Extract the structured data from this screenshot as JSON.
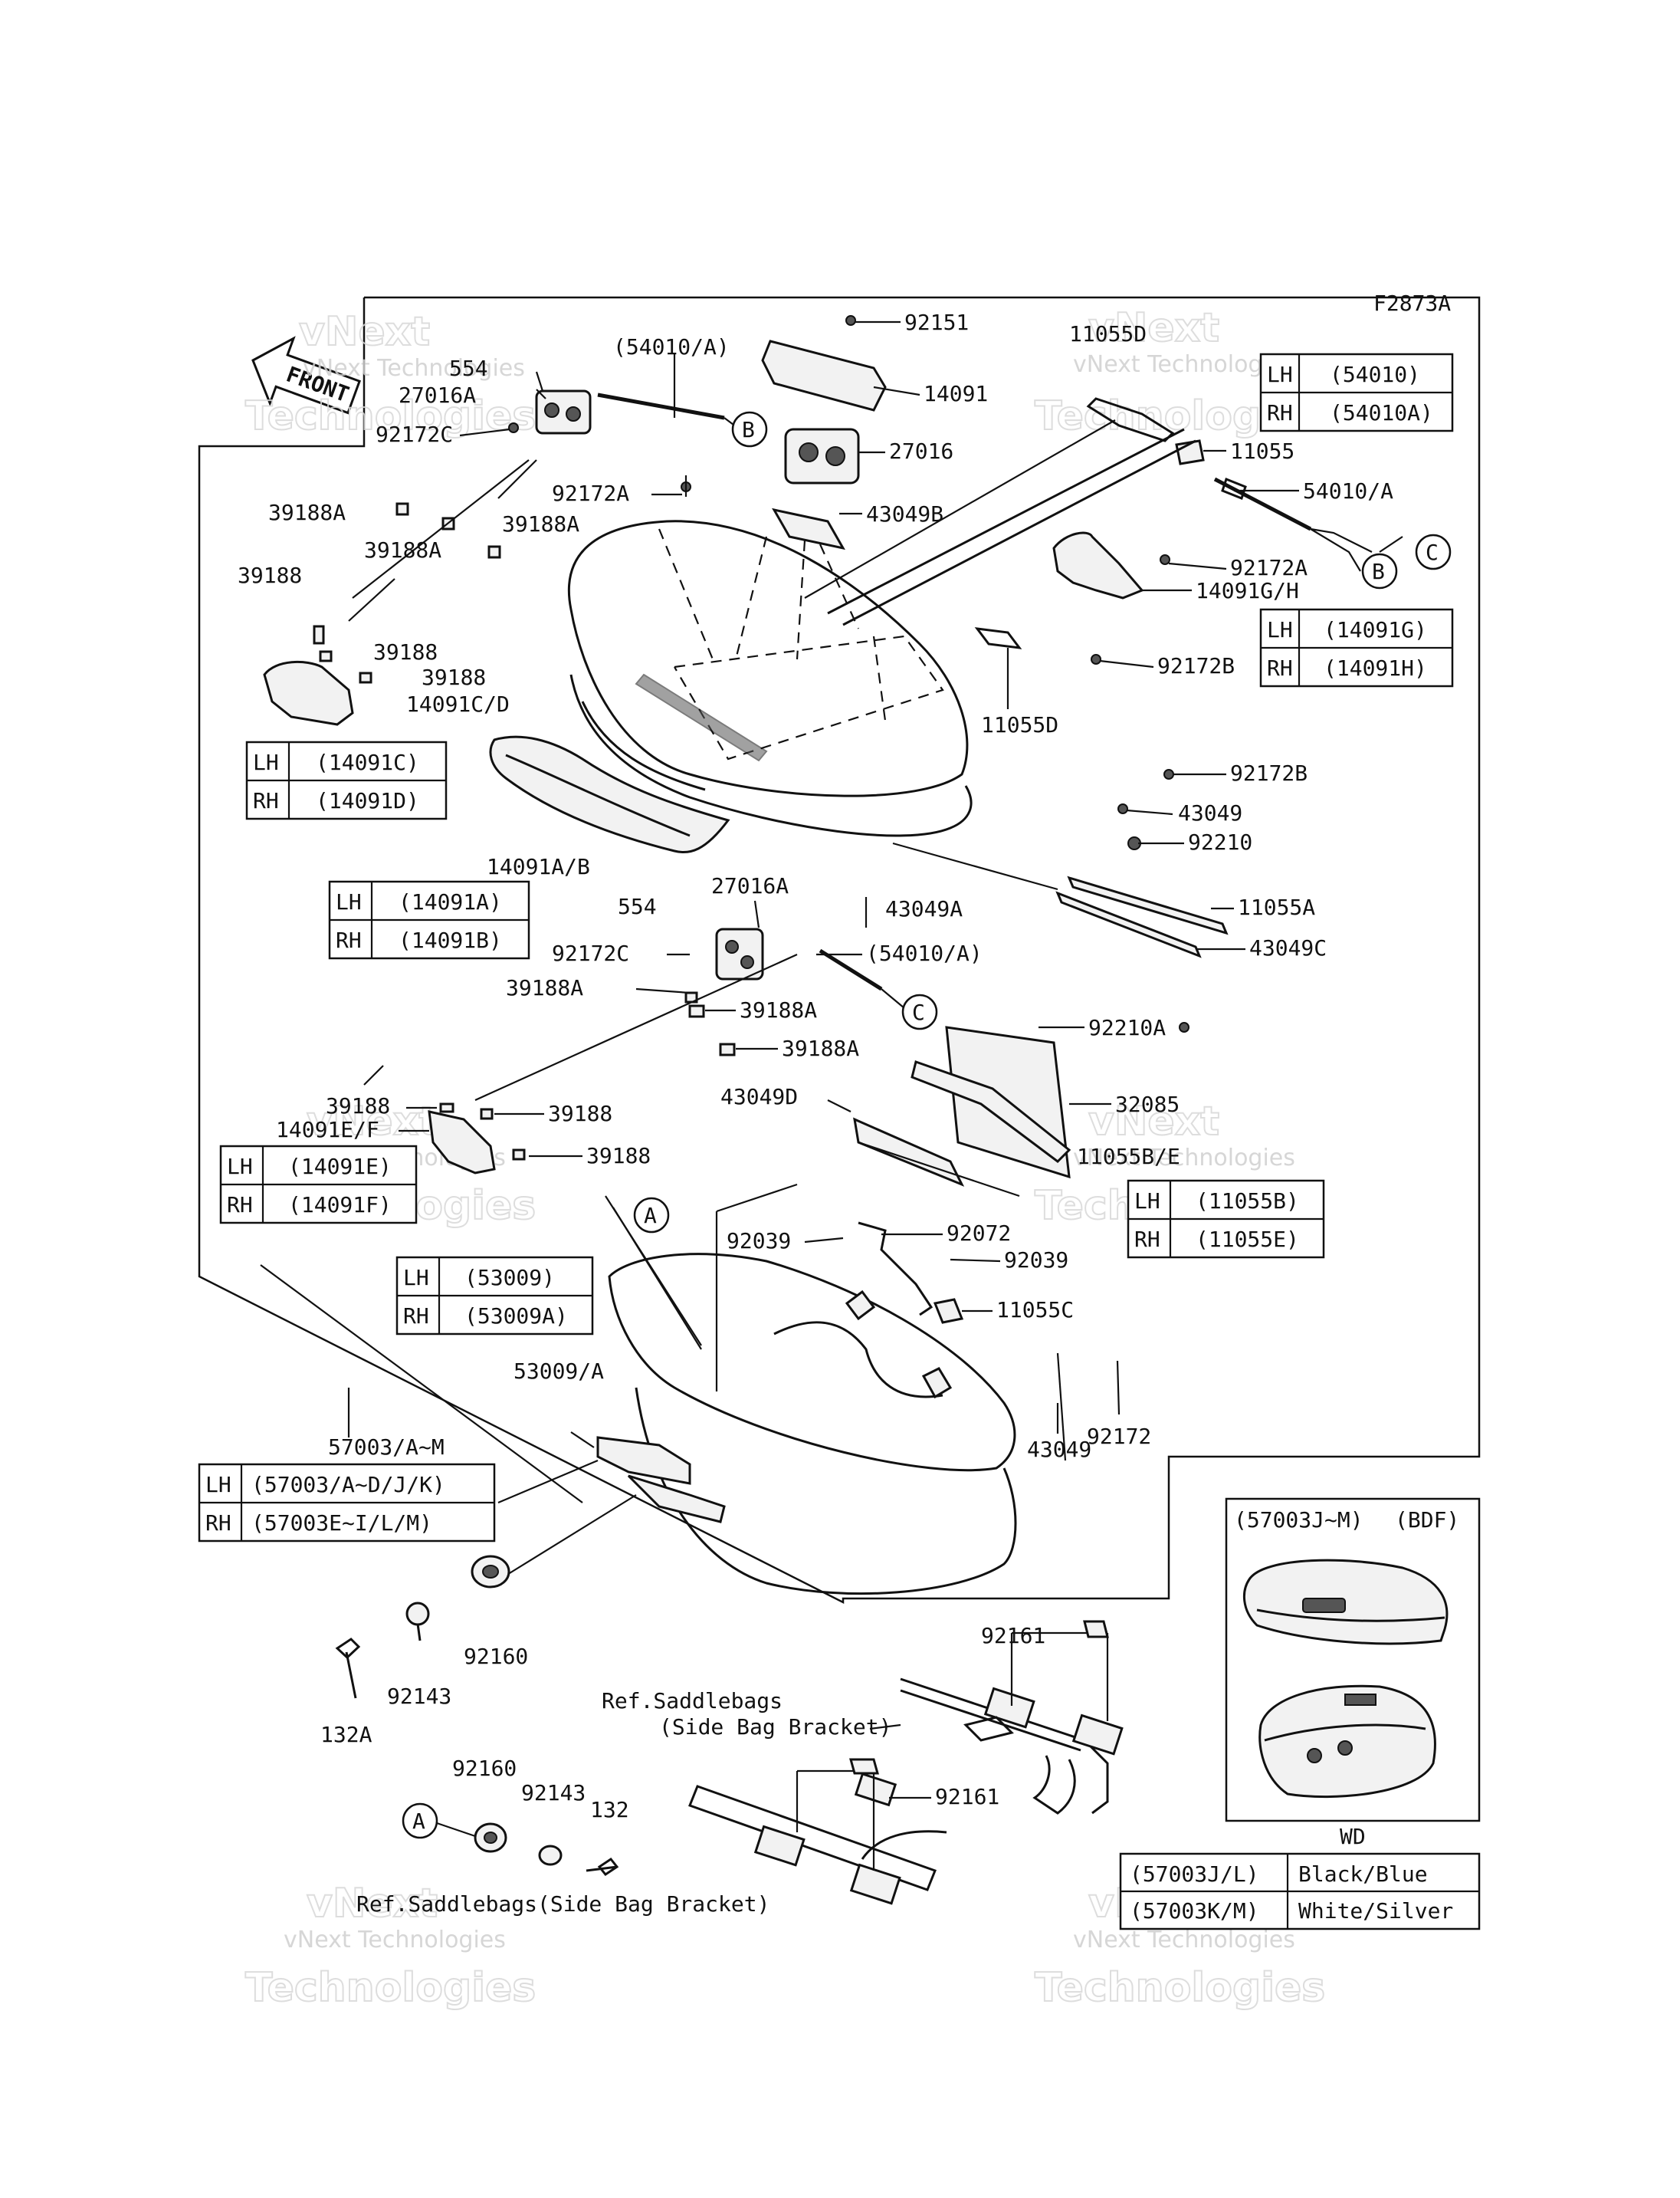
{
  "figure_code": "F2873A",
  "front_arrow": "FRONT",
  "callout_letters": [
    "A",
    "B",
    "C"
  ],
  "watermark": {
    "line1": "vNext Technologies",
    "outline": "vNext",
    "outline2": "Technologies"
  },
  "labels": {
    "p92151": "92151",
    "p54010A_top": "(54010/A)",
    "p554_top": "554",
    "p27016A_top": "27016A",
    "p92172C_top": "92172C",
    "p14091": "14091",
    "p27016": "27016",
    "p11055D_top": "11055D",
    "p11055": "11055",
    "p54010A_right": "54010/A",
    "p92172A_left": "92172A",
    "p43049B": "43049B",
    "p39188A_1": "39188A",
    "p39188A_2": "39188A",
    "p39188A_3": "39188A",
    "p39188_1": "39188",
    "p39188_2": "39188",
    "p39188_3": "39188",
    "p14091CD": "14091C/D",
    "p92172A_right": "92172A",
    "p14091GH": "14091G/H",
    "p92172B_1": "92172B",
    "p11055D_mid": "11055D",
    "p92172B_2": "92172B",
    "p43049_1": "43049",
    "p92210": "92210",
    "p14091AB": "14091A/B",
    "p27016A_mid": "27016A",
    "p554_mid": "554",
    "p43049A": "43049A",
    "p11055A": "11055A",
    "p92172C_mid": "92172C",
    "p54010A_mid": "(54010/A)",
    "p43049C": "43049C",
    "p39188A_4": "39188A",
    "p39188A_5": "39188A",
    "p39188A_6": "39188A",
    "p92210A": "92210A",
    "p43049D": "43049D",
    "p32085": "32085",
    "p39188_4": "39188",
    "p39188_5": "39188",
    "p14091EF": "14091E/F",
    "p39188_6": "39188",
    "p11055BE": "11055B/E",
    "p92039_1": "92039",
    "p92072": "92072",
    "p92039_2": "92039",
    "p11055C": "11055C",
    "p53009A": "53009/A",
    "p92172": "92172",
    "p43049_2": "43049",
    "p57003AM": "57003/A~M",
    "p92160_1": "92160",
    "p92143_1": "92143",
    "p132A": "132A",
    "p92161_1": "92161",
    "p92161_2": "92161",
    "p92160_2": "92160",
    "p92143_2": "92143",
    "p132": "132",
    "ref1_line1": "Ref.Saddlebags",
    "ref1_line2": "(Side Bag Bracket)",
    "ref2": "Ref.Saddlebags(Side Bag Bracket)"
  },
  "tables": {
    "t54010": [
      [
        "LH",
        "(54010)"
      ],
      [
        "RH",
        "(54010A)"
      ]
    ],
    "t14091GH": [
      [
        "LH",
        "(14091G)"
      ],
      [
        "RH",
        "(14091H)"
      ]
    ],
    "t14091CD": [
      [
        "LH",
        "(14091C)"
      ],
      [
        "RH",
        "(14091D)"
      ]
    ],
    "t14091AB": [
      [
        "LH",
        "(14091A)"
      ],
      [
        "RH",
        "(14091B)"
      ]
    ],
    "t14091EF": [
      [
        "LH",
        "(14091E)"
      ],
      [
        "RH",
        "(14091F)"
      ]
    ],
    "t11055BE": [
      [
        "LH",
        "(11055B)"
      ],
      [
        "RH",
        "(11055E)"
      ]
    ],
    "t53009": [
      [
        "LH",
        "(53009)"
      ],
      [
        "RH",
        "(53009A)"
      ]
    ],
    "t57003": [
      [
        "LH",
        "(57003/A~D/J/K)"
      ],
      [
        "RH",
        "(57003E~I/L/M)"
      ]
    ],
    "tColor": [
      [
        "(57003J/L)",
        "Black/Blue"
      ],
      [
        "(57003K/M)",
        "White/Silver"
      ]
    ]
  },
  "inset": {
    "title": "(57003J~M)",
    "code": "(BDF)",
    "caption": "WD"
  }
}
